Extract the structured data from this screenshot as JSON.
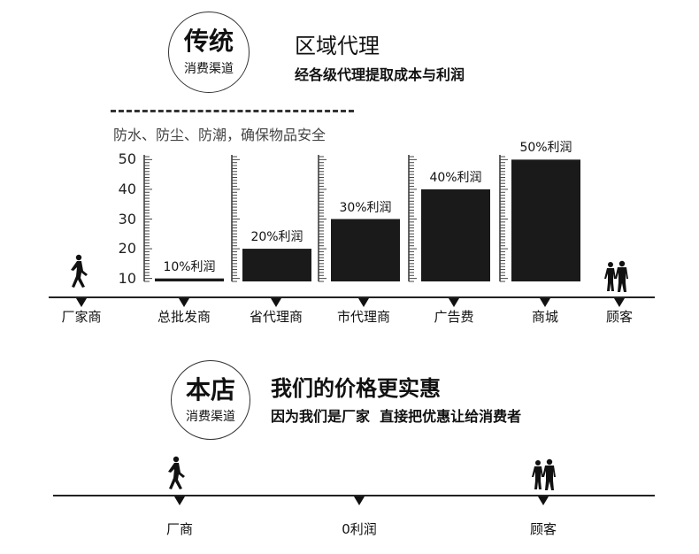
{
  "traditional": {
    "badge_title": "传统",
    "badge_subtitle": "消费渠道",
    "heading": "区域代理",
    "subheading": "经各级代理提取成本与利润",
    "note": "防水、防尘、防潮，确保物品安全"
  },
  "chart_data": {
    "type": "bar",
    "categories": [
      "总批发商",
      "省代理商",
      "市代理商",
      "广告费",
      "商城"
    ],
    "values": [
      10,
      20,
      30,
      40,
      50
    ],
    "data_labels": [
      "10%利润",
      "20%利润",
      "30%利润",
      "40%利润",
      "50%利润"
    ],
    "y_ticks": [
      10,
      20,
      30,
      40,
      50
    ],
    "ylim": [
      9,
      51
    ],
    "bar_color": "#1a1a1a"
  },
  "traditional_timeline": {
    "labels": [
      "厂家商",
      "总批发商",
      "省代理商",
      "市代理商",
      "广告费",
      "商城",
      "顾客"
    ]
  },
  "our_store": {
    "badge_title": "本店",
    "badge_subtitle": "消费渠道",
    "heading": "我们的价格更实惠",
    "subheading": "因为我们是厂家  直接把优惠让给消费者"
  },
  "our_timeline": {
    "labels": [
      "厂商",
      "0利润",
      "顾客"
    ]
  },
  "icons": {
    "walker": "walking-person-icon",
    "customers": "customers-pair-icon",
    "marker": "triangle-marker-icon"
  }
}
